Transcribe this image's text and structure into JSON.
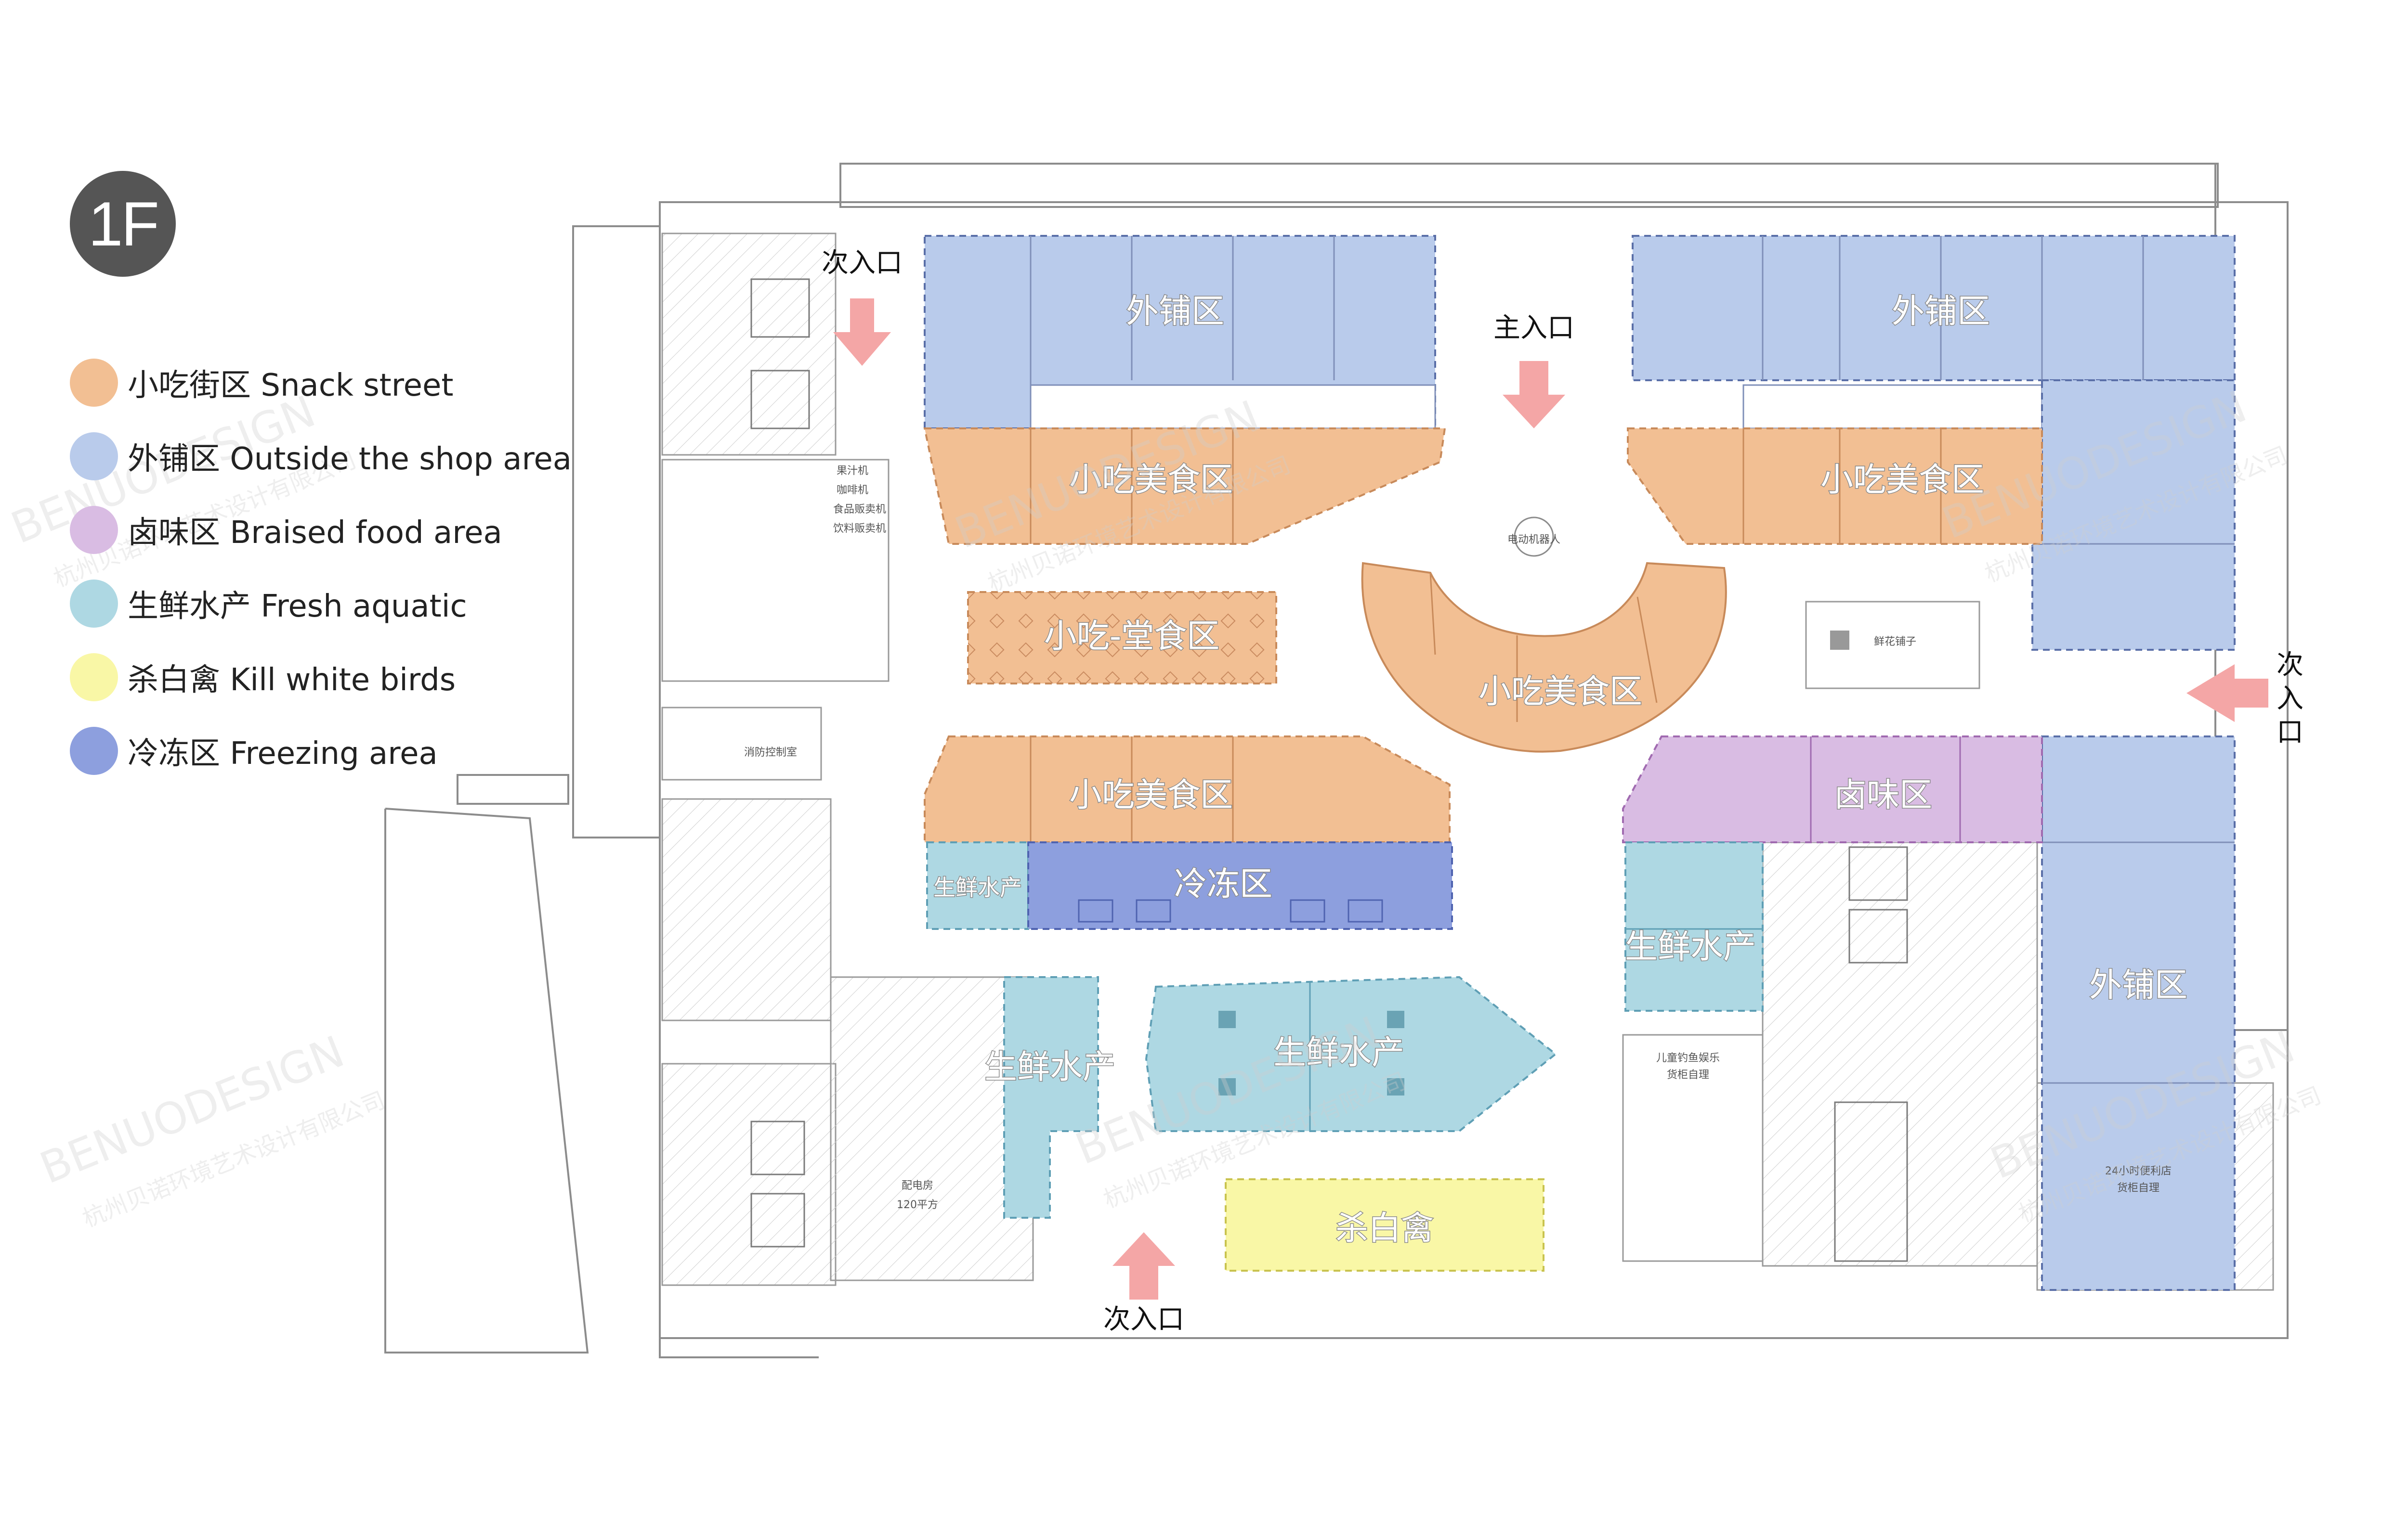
{
  "floor_badge": "1F",
  "legend": [
    {
      "label": "小吃街区 Snack street",
      "color": "#F2BF93"
    },
    {
      "label": "外铺区 Outside the shop area",
      "color": "#B9CBEB"
    },
    {
      "label": "卤味区 Braised food area",
      "color": "#D9BCE3"
    },
    {
      "label": "生鲜水产 Fresh aquatic",
      "color": "#AED8E3"
    },
    {
      "label": "杀白禽 Kill white birds",
      "color": "#F9F7A6"
    },
    {
      "label": "冷冻区 Freezing area",
      "color": "#8D9FDE"
    }
  ],
  "zones": {
    "outer_shop_top_left": "外铺区",
    "outer_shop_top_right": "外铺区",
    "outer_shop_right": "外铺区",
    "snack_top_left": "小吃美食区",
    "snack_top_right": "小吃美食区",
    "snack_dining": "小吃-堂食区",
    "snack_center": "小吃美食区",
    "snack_mid_left": "小吃美食区",
    "braised": "卤味区",
    "fresh_1": "生鲜水产",
    "fresh_2": "生鲜水产",
    "fresh_3": "生鲜水产",
    "fresh_4": "生鲜水产",
    "freezing": "冷冻区",
    "poultry": "杀白禽"
  },
  "entrances": {
    "main": "主入口",
    "secondary_top_left": "次入口",
    "secondary_right": "次入口",
    "secondary_bottom": "次入口"
  },
  "rooms": {
    "electric_robot": "电动机器人",
    "flower_shop": "鲜花铺子",
    "fire_control": "消防控制室",
    "power_room": "配电房",
    "power_room_area": "120平方",
    "kids_fishing": "儿童钓鱼娱乐",
    "convenience_store": "24小时便利店",
    "self_service": "货柜自理",
    "juice_machine": "果汁机",
    "coffee_machine": "咖啡机",
    "food_vending": "食品贩卖机",
    "drink_vending": "饮料贩卖机"
  },
  "watermark": {
    "brand": "BENUODESIGN",
    "company": "杭州贝诺环境艺术设计有限公司"
  },
  "colors": {
    "snack": "#F2BF93",
    "outer_shop": "#B9CBEB",
    "braised": "#D9BCE3",
    "fresh": "#AED8E3",
    "poultry": "#F9F7A6",
    "freezing": "#8D9FDE",
    "arrow": "#F4A6A6",
    "walls": "#8c8c8c"
  }
}
